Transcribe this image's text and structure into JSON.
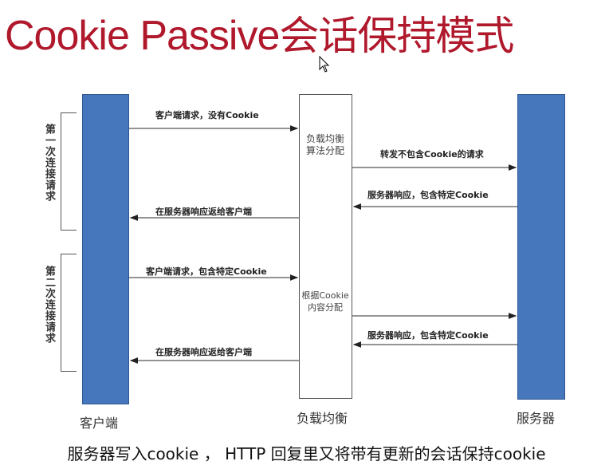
{
  "title": {
    "en": "Cookie Passive",
    "zh": "会话保持模式",
    "color": "#b0182c"
  },
  "actors": {
    "client": {
      "label": "客户端",
      "color": "#4677bd"
    },
    "load_balancer": {
      "label": "负载均衡"
    },
    "server": {
      "label": "服务器",
      "color": "#4677bd"
    }
  },
  "phases": [
    {
      "label": "第一次连接请求",
      "lb_note": [
        "负载均衡",
        "算法分配"
      ],
      "messages": [
        {
          "text": "客户端请求，没有Cookie",
          "from": "client",
          "to": "load_balancer"
        },
        {
          "text": "转发不包含Cookie的请求",
          "from": "load_balancer",
          "to": "server"
        },
        {
          "text": "服务器响应，包含特定Cookie",
          "from": "server",
          "to": "load_balancer"
        },
        {
          "text": "在服务器响应返给客户端",
          "from": "load_balancer",
          "to": "client"
        }
      ]
    },
    {
      "label": "第二次连接请求",
      "lb_note": [
        "根据Cookie",
        "内容分配"
      ],
      "messages": [
        {
          "text": "客户端请求，包含特定Cookie",
          "from": "client",
          "to": "load_balancer"
        },
        {
          "text": "",
          "from": "load_balancer",
          "to": "server"
        },
        {
          "text": "服务器响应，包含特定Cookie",
          "from": "server",
          "to": "load_balancer"
        },
        {
          "text": "在服务器响应返给客户端",
          "from": "load_balancer",
          "to": "client"
        }
      ]
    }
  ],
  "caption": "服务器写入cookie ， HTTP 回复里又将带有更新的会话保持cookie"
}
